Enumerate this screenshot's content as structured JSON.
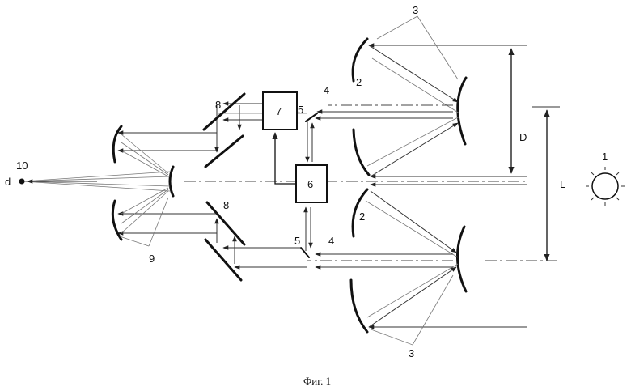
{
  "caption": "Фиг. 1",
  "labels": {
    "l1": "1",
    "l2a": "2",
    "l2b": "2",
    "l3a": "3",
    "l3b": "3",
    "l4a": "4",
    "l4b": "4",
    "l5a": "5",
    "l5b": "5",
    "l6": "6",
    "l7": "7",
    "l8a": "8",
    "l8b": "8",
    "l9": "9",
    "l10": "10",
    "d": "d",
    "D": "D",
    "L": "L"
  }
}
